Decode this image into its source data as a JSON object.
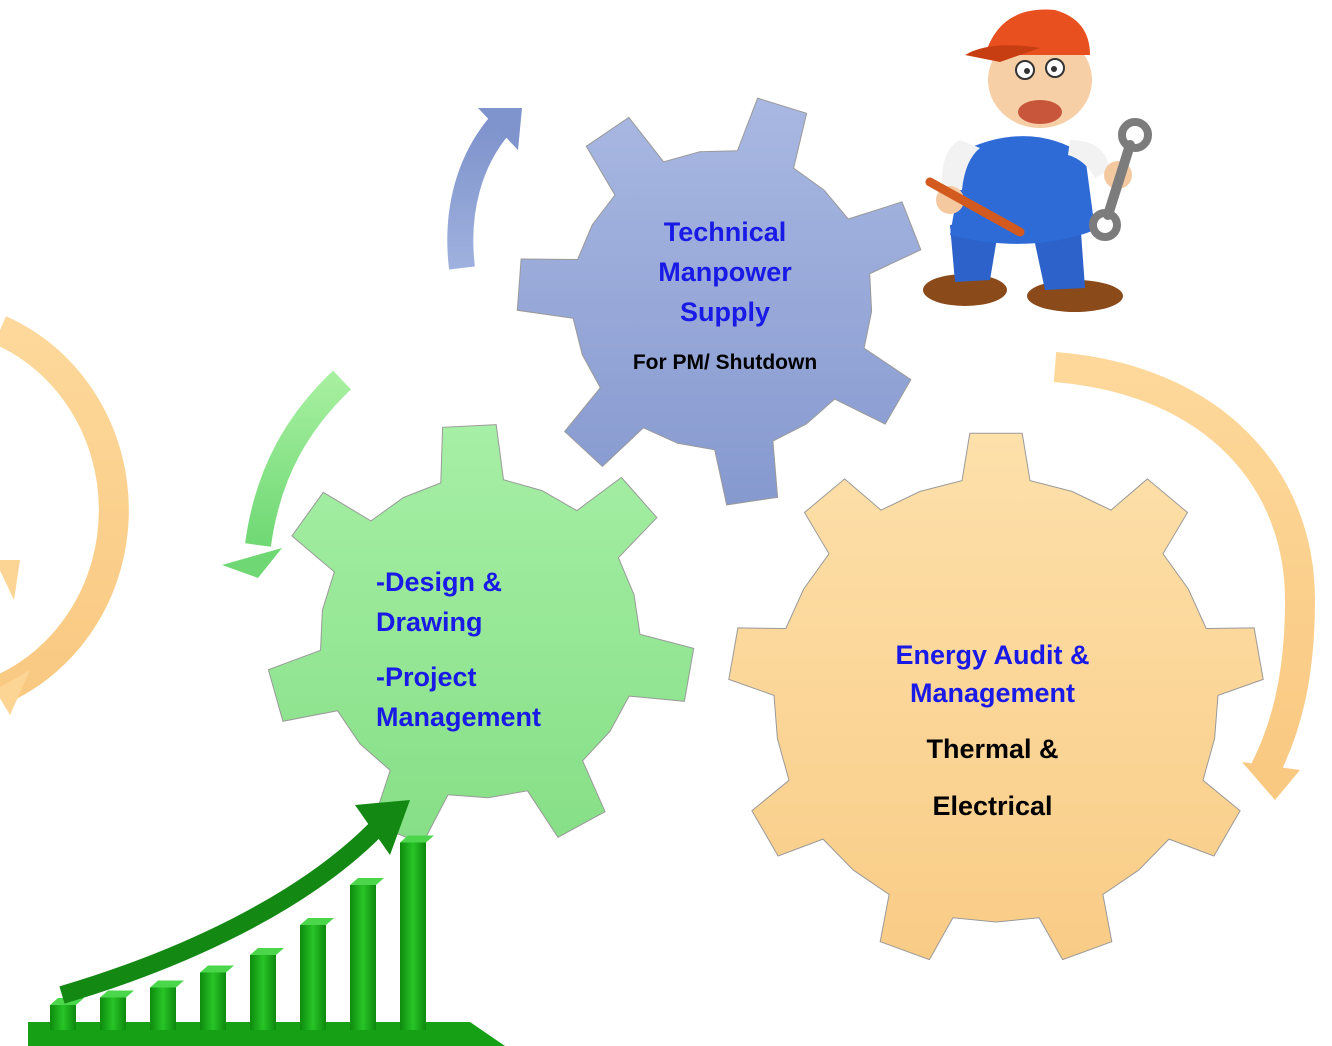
{
  "gears": {
    "technical": {
      "title": "Technical Manpower Supply",
      "subtitle": "For PM/ Shutdown",
      "color": "#93a7d8"
    },
    "design": {
      "line1": "-Design & Drawing",
      "line2": "-Project Management",
      "color": "#9be89b"
    },
    "energy": {
      "title": "Energy  Audit & Management",
      "subtitle_line1": "Thermal &",
      "subtitle_line2": "Electrical",
      "color": "#fcd595"
    }
  },
  "colors": {
    "heading_text": "#1a1ae6",
    "body_text": "#000000",
    "arrow_blue": "#93a7d8",
    "arrow_green": "#8fe08f",
    "arrow_orange": "#fcd595",
    "growth_green": "#1aa81a"
  },
  "illustrations": {
    "worker": "cartoon-worker-with-wrench-icon",
    "growth": "growth-bar-chart-icon"
  },
  "growth_chart": {
    "bar_values": [
      1,
      1.3,
      1.7,
      2.3,
      3,
      4.2,
      5.8,
      7.5
    ]
  }
}
